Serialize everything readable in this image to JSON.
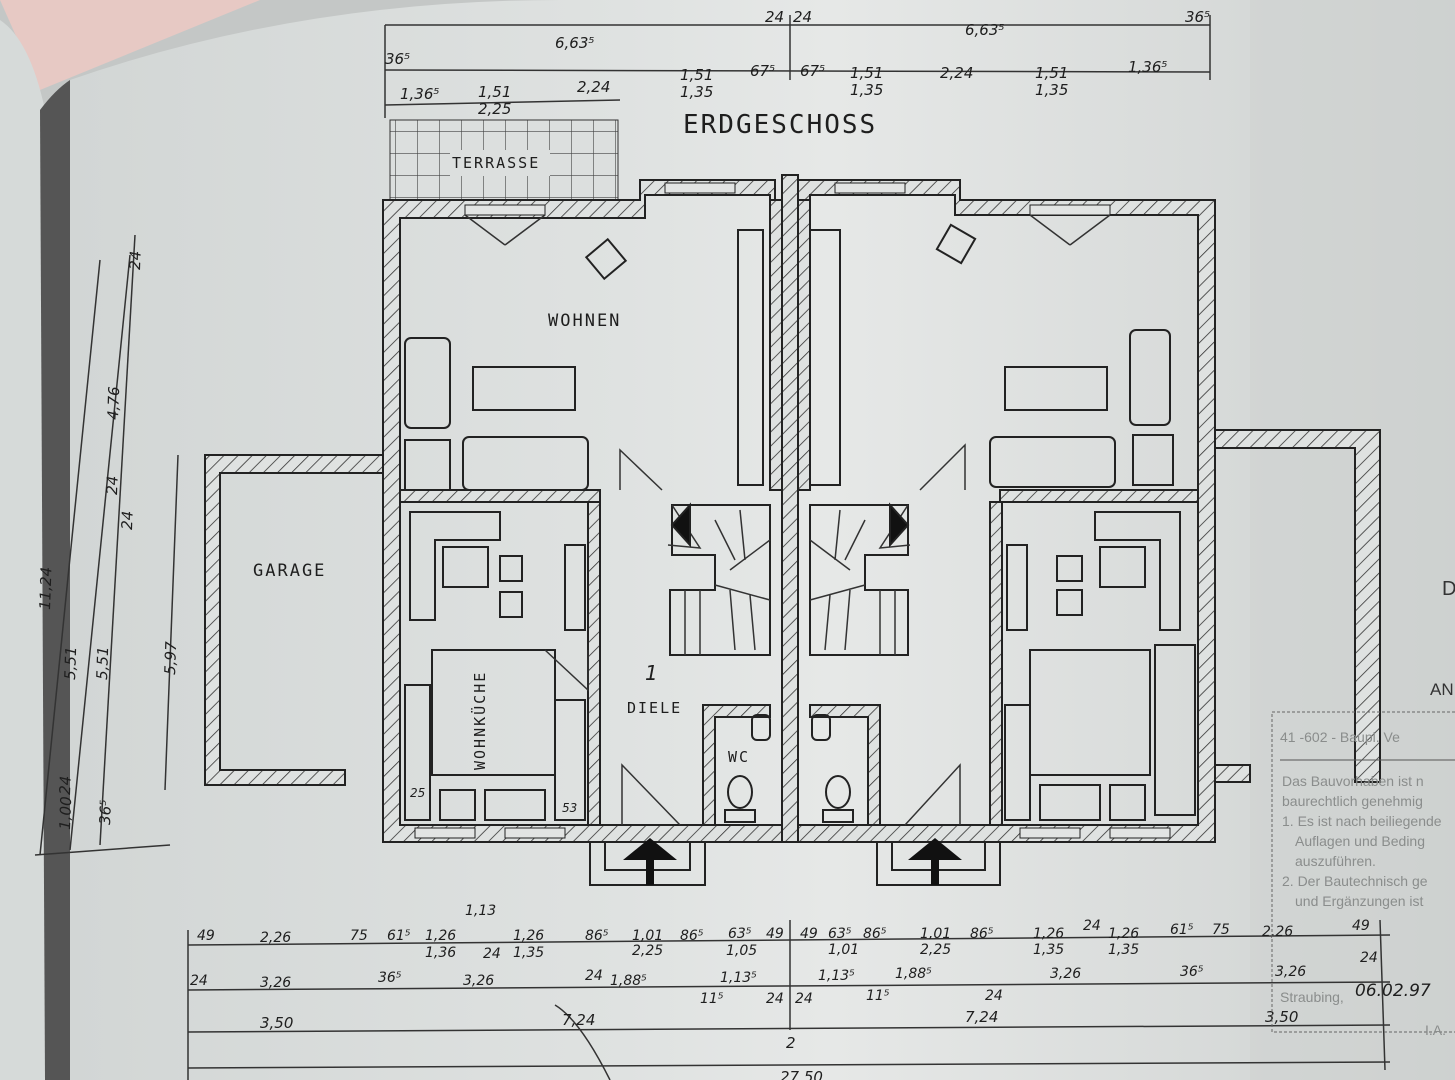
{
  "plan": {
    "title": "ERDGESCHOSS",
    "rooms": {
      "terrace": "TERRASSE",
      "living": "WOHNEN",
      "garage": "GARAGE",
      "kitchen": "WOHNKÜCHE",
      "hall": "DIELE",
      "wc": "WC"
    },
    "top_dims": {
      "row1": [
        "24",
        "24",
        "36⁵"
      ],
      "row2": [
        "36⁵",
        "6,63⁵",
        "6,63⁵"
      ],
      "row3": [
        "1,36⁵",
        "1,51",
        "2,25",
        "2,24",
        "1,51",
        "1,35",
        "67⁵",
        "67⁵",
        "1,51",
        "1,35",
        "2,24",
        "1,51",
        "1,35",
        "1,36⁵"
      ]
    },
    "left_dims": [
      "11,24",
      "5,51",
      "5,51",
      "24",
      "4,76",
      "24",
      "1,00",
      "24",
      "36⁵",
      "5,97",
      "24"
    ],
    "bottom_dims": {
      "row1": [
        "49",
        "2,26",
        "75",
        "61⁵",
        "1,26",
        "1,36",
        "24",
        "1,26",
        "1,35",
        "86⁵",
        "1,01",
        "2,25",
        "86⁵",
        "63⁵",
        "1,05",
        "49",
        "49",
        "63⁵",
        "1,01",
        "86⁵",
        "1,01",
        "2,25",
        "86⁵",
        "1,26",
        "1,35",
        "24",
        "1,26",
        "1,35",
        "61⁵",
        "75",
        "2,26",
        "49"
      ],
      "row2": [
        "24",
        "3,26",
        "36⁵",
        "3,26",
        "24",
        "1,88⁵",
        "11⁵",
        "1,13⁵",
        "24",
        "24",
        "1,13⁵",
        "11⁵",
        "1,88⁵",
        "24",
        "3,26",
        "36⁵",
        "3,26",
        "24"
      ],
      "row3": [
        "3,50",
        "7,24",
        "2",
        "7,24",
        "3,50"
      ],
      "total": "27,50",
      "annotation": "1,13"
    },
    "misc_marks": [
      "1",
      "53",
      "25"
    ],
    "stamp": {
      "line1": "41 -602 - Baupl. Ve",
      "text_lines": [
        "Das Bauvorhaben ist n",
        "baurechtlich genehmig",
        "1. Es ist nach beiliegende",
        "Auflagen und Beding",
        "auszuführen.",
        "2. Der Bautechnisch ge",
        "und Ergänzungen ist"
      ],
      "city": "Straubing,",
      "date": "06.02.97",
      "signature_prefix": "I.A.",
      "header_partial": "D",
      "header2_partial": "AN"
    }
  }
}
